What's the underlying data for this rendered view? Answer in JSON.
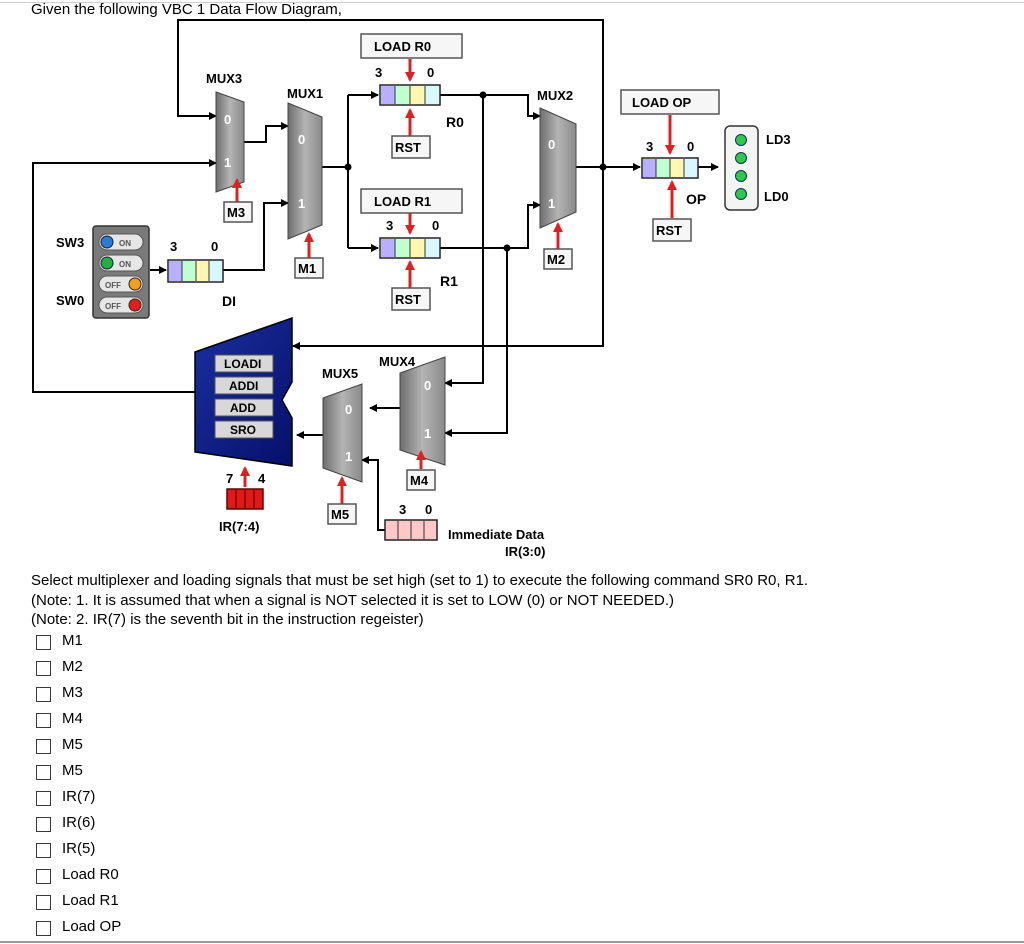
{
  "header": "Given the following VBC 1 Data Flow Diagram,",
  "diagram": {
    "mux_labels": {
      "mux3": "MUX3",
      "mux1": "MUX1",
      "mux2": "MUX2",
      "mux4": "MUX4",
      "mux5": "MUX5"
    },
    "mux_inputs": {
      "zero": "0",
      "one": "1"
    },
    "registers": {
      "r0": "R0",
      "r1": "R1",
      "op": "OP",
      "di": "DI"
    },
    "bit_labels": {
      "high": "3",
      "low": "0",
      "ir_high": "7",
      "ir_low": "4"
    },
    "control_boxes": {
      "load_r0": "LOAD R0",
      "load_r1": "LOAD R1",
      "load_op": "LOAD OP",
      "rst": "RST",
      "m1": "M1",
      "m2": "M2",
      "m3": "M3",
      "m4": "M4",
      "m5": "M5"
    },
    "switches": {
      "sw3": "SW3",
      "sw0": "SW0",
      "on": "ON",
      "off": "OFF"
    },
    "leds": {
      "ld3": "LD3",
      "ld0": "LD0"
    },
    "decoder": [
      "LOADI",
      "ADDI",
      "ADD",
      "SRO"
    ],
    "ir_label": "IR(7:4)",
    "immediate_label": "Immediate Data",
    "immediate_sub": "IR(3:0)"
  },
  "question": {
    "line1": "Select multiplexer and loading signals that must be set high (set to 1) to execute the following command SR0 R0, R1.",
    "line2": "(Note: 1. It is assumed that when a signal is NOT selected it is set to LOW (0) or NOT NEEDED.)",
    "line3": "(Note: 2. IR(7) is the seventh bit in the instruction regeister)"
  },
  "options": [
    "M1",
    "M2",
    "M3",
    "M4",
    "M5",
    "M5",
    "IR(7)",
    "IR(6)",
    "IR(5)",
    "Load R0",
    "Load R1",
    "Load OP"
  ]
}
